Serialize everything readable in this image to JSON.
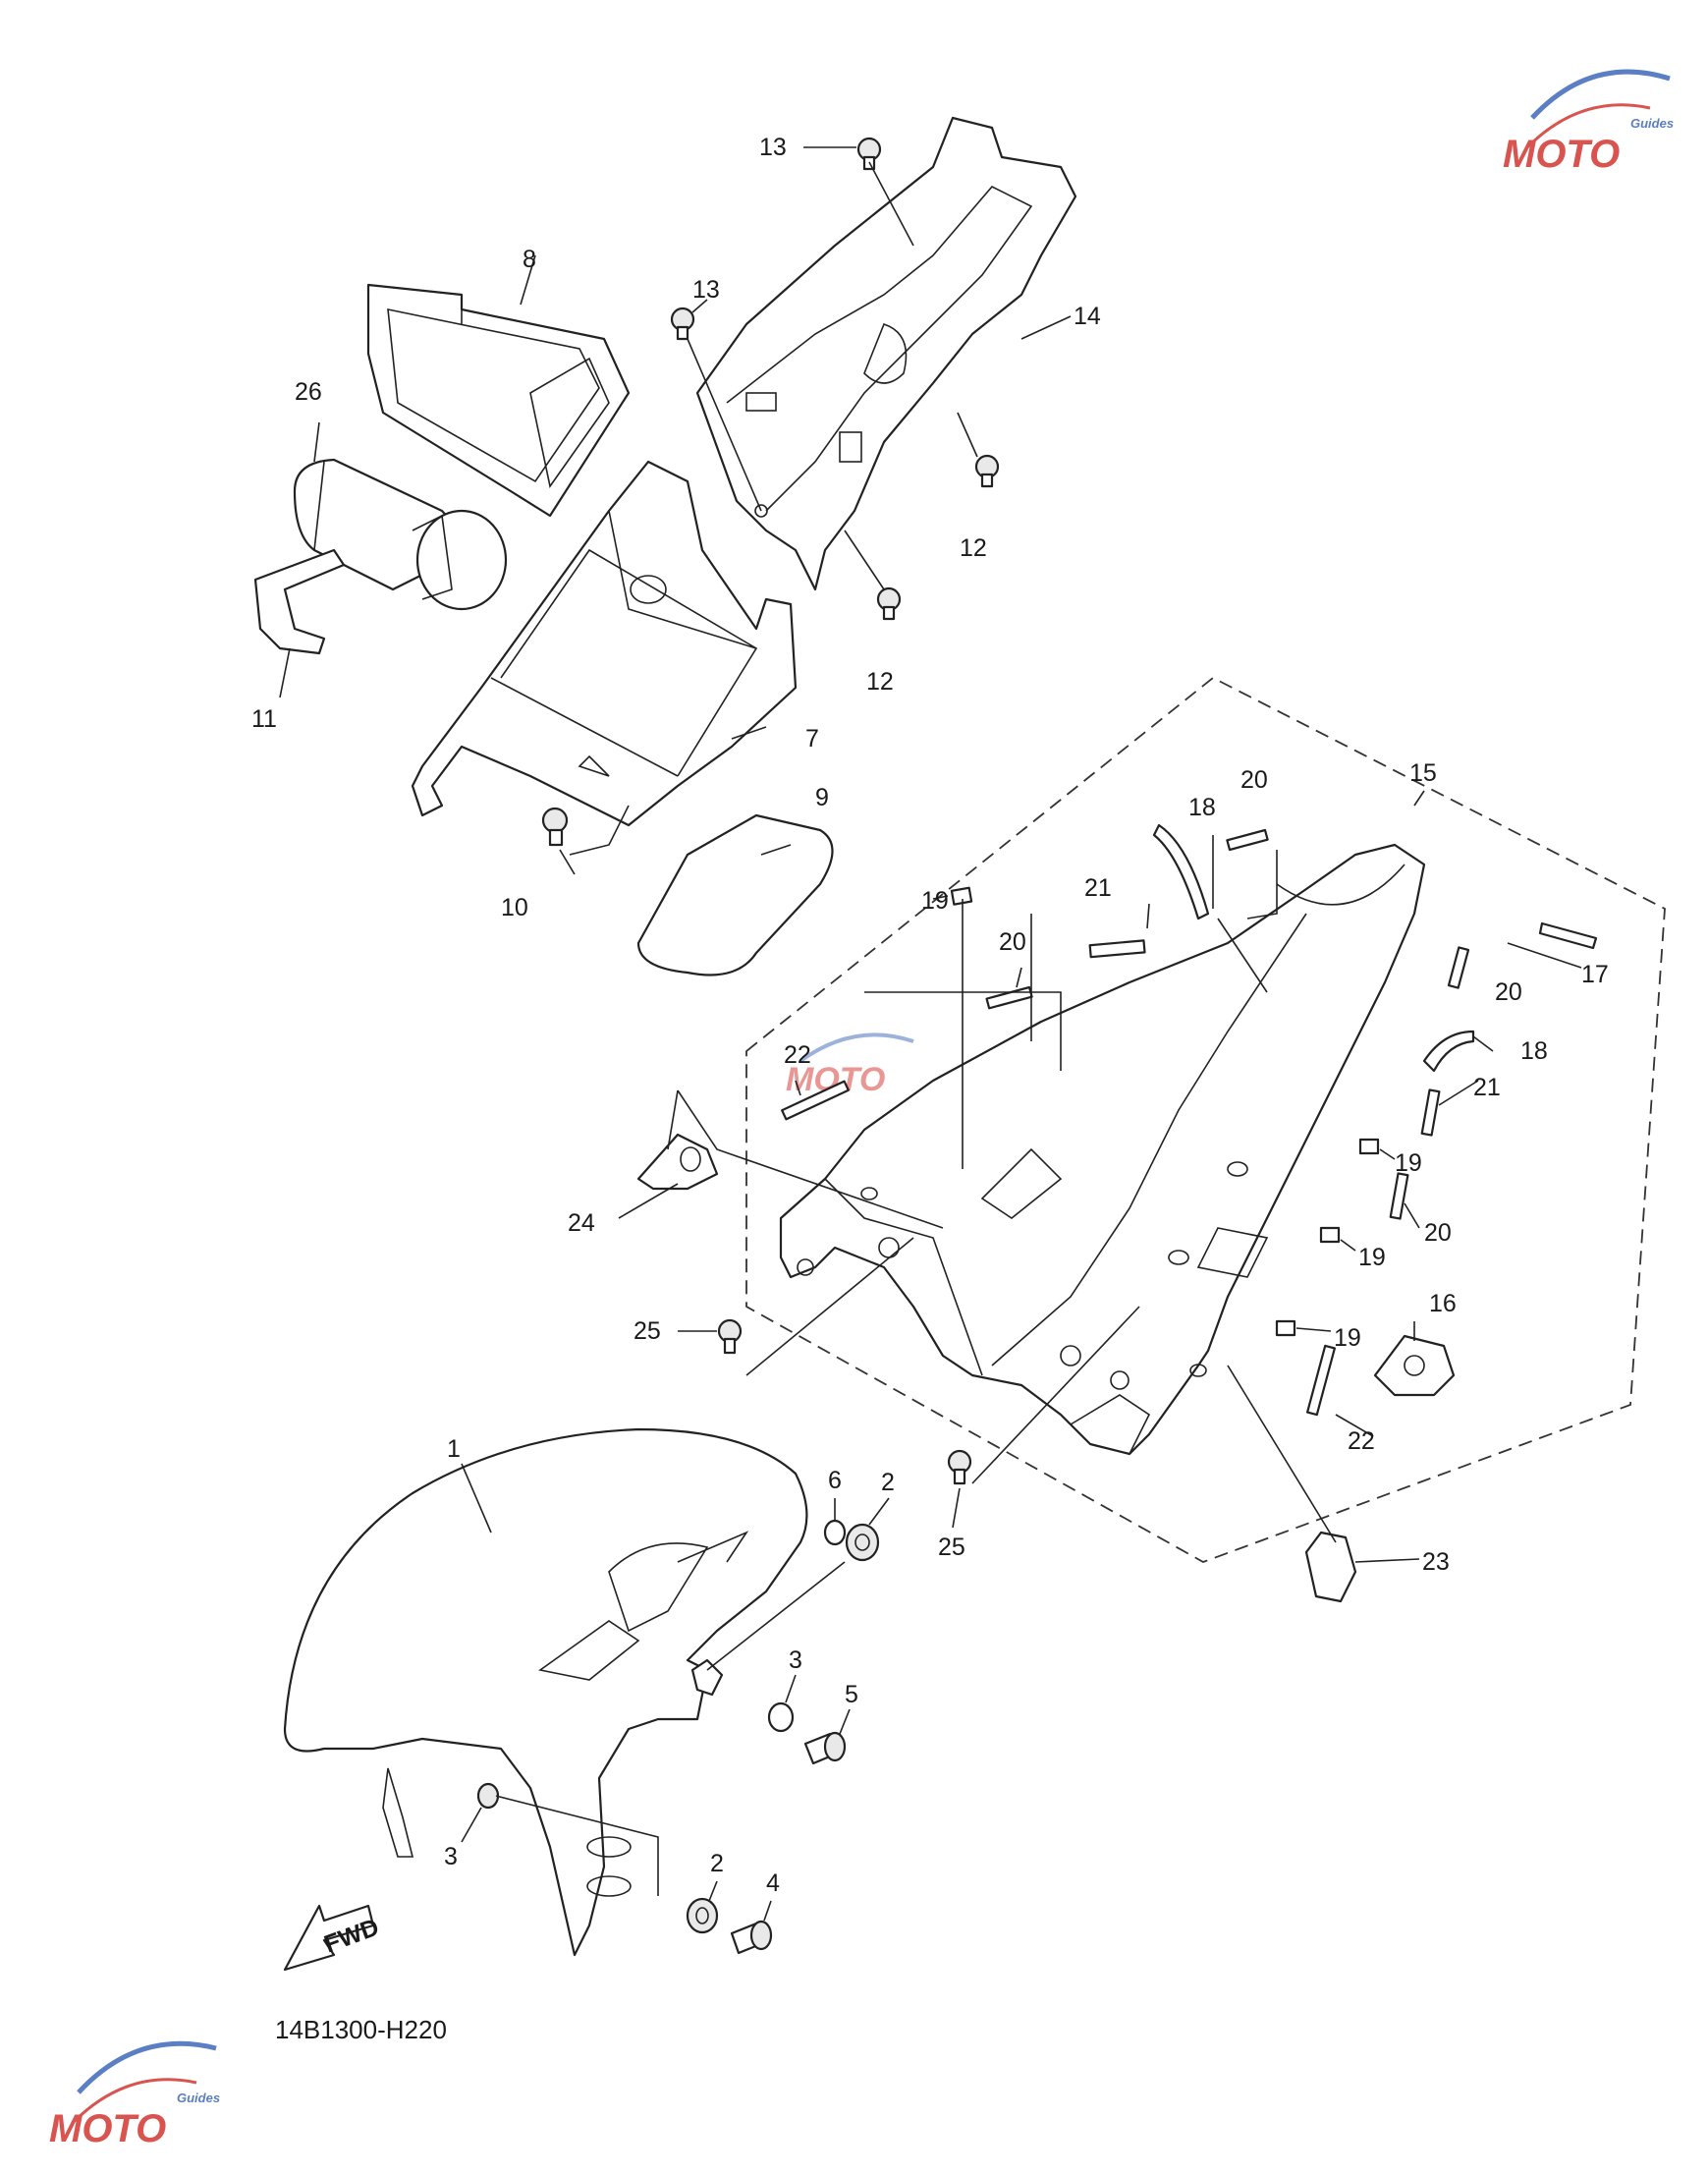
{
  "diagram_code": "14B1300-H220",
  "fwd_label": "FWD",
  "watermark": {
    "brand": "MOTO",
    "sub": "Guides",
    "color_primary": "#d9534f",
    "color_secondary": "#5b7fc4"
  },
  "callouts": {
    "c1": "1",
    "c2a": "2",
    "c2b": "2",
    "c3a": "3",
    "c3b": "3",
    "c4": "4",
    "c5": "5",
    "c6": "6",
    "c7": "7",
    "c8": "8",
    "c9": "9",
    "c10": "10",
    "c11": "11",
    "c12a": "12",
    "c12b": "12",
    "c13a": "13",
    "c13b": "13",
    "c14": "14",
    "c15": "15",
    "c16": "16",
    "c17": "17",
    "c18a": "18",
    "c18b": "18",
    "c19a": "19",
    "c19b": "19",
    "c19c": "19",
    "c19d": "19",
    "c20a": "20",
    "c20b": "20",
    "c20c": "20",
    "c20d": "20",
    "c21a": "21",
    "c21b": "21",
    "c22a": "22",
    "c22b": "22",
    "c23": "23",
    "c24": "24",
    "c25a": "25",
    "c25b": "25",
    "c26": "26"
  }
}
